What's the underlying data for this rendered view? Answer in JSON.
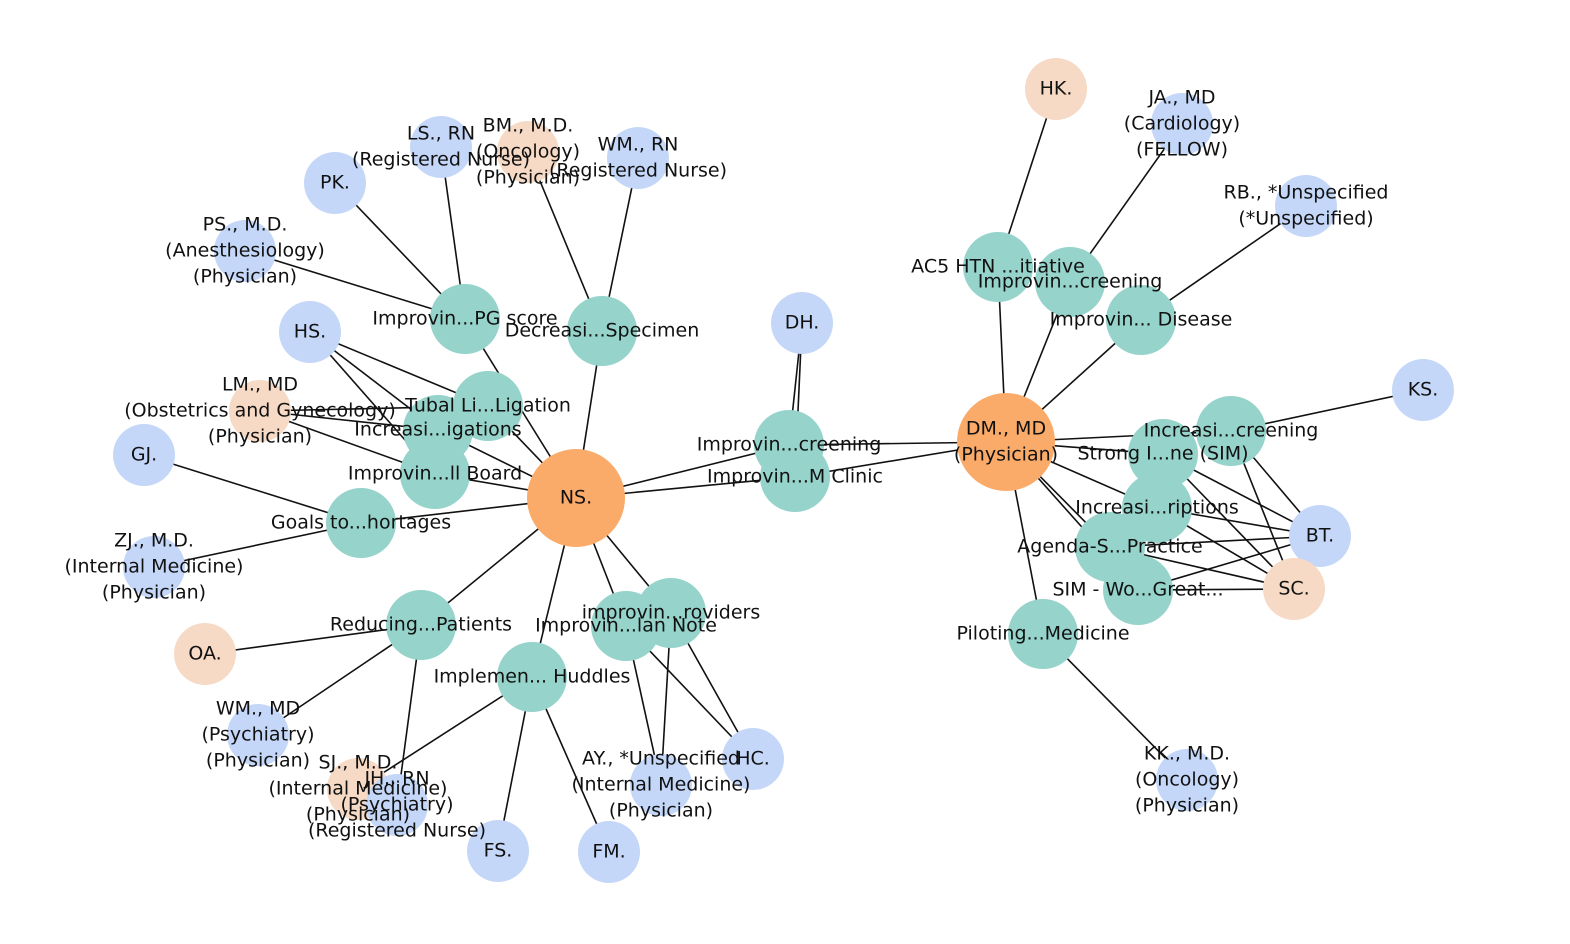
{
  "colors": {
    "project": "#95d3cb",
    "person": "#c4d7f8",
    "person_alt": "#f6dac5",
    "hub": "#fbab69",
    "edge": "#111111",
    "text": "#111111"
  },
  "nodes": [
    {
      "id": "ns",
      "kind": "hub",
      "label": [
        "NS."
      ]
    },
    {
      "id": "dm",
      "kind": "hub",
      "label": [
        "DM., MD",
        "(Physician)"
      ]
    },
    {
      "id": "p_pg",
      "kind": "project",
      "label": [
        "Improvin...PG score"
      ]
    },
    {
      "id": "p_spec",
      "kind": "project",
      "label": [
        "Decreasi...Specimen"
      ]
    },
    {
      "id": "p_tubal",
      "kind": "project",
      "label": [
        "Tubal Li...Ligation"
      ]
    },
    {
      "id": "p_inv",
      "kind": "project",
      "label": [
        "Increasi...igations"
      ]
    },
    {
      "id": "p_board",
      "kind": "project",
      "label": [
        "Improvin...ll Board"
      ]
    },
    {
      "id": "p_goals",
      "kind": "project",
      "label": [
        "Goals to...hortages"
      ]
    },
    {
      "id": "p_reduc",
      "kind": "project",
      "label": [
        "Reducing...Patients"
      ]
    },
    {
      "id": "p_plan",
      "kind": "project",
      "label": [
        "Improvin...lan Note"
      ]
    },
    {
      "id": "p_prov",
      "kind": "project",
      "label": [
        "improvin...roviders"
      ]
    },
    {
      "id": "p_hud",
      "kind": "project",
      "label": [
        "Implemen... Huddles"
      ]
    },
    {
      "id": "p_scr1",
      "kind": "project",
      "label": [
        "Improvin...creening"
      ]
    },
    {
      "id": "p_clinic",
      "kind": "project",
      "label": [
        "Improvin...M Clinic"
      ]
    },
    {
      "id": "p_ac5",
      "kind": "project",
      "label": [
        "AC5 HTN ...itiative"
      ]
    },
    {
      "id": "p_scr2",
      "kind": "project",
      "label": [
        "Improvin...creening"
      ]
    },
    {
      "id": "p_dis",
      "kind": "project",
      "label": [
        "Improvin... Disease"
      ]
    },
    {
      "id": "p_incscr",
      "kind": "project",
      "label": [
        "Increasi...creening"
      ]
    },
    {
      "id": "p_sim",
      "kind": "project",
      "label": [
        "Strong I...ne (SIM)"
      ]
    },
    {
      "id": "p_rx",
      "kind": "project",
      "label": [
        "Increasi...riptions"
      ]
    },
    {
      "id": "p_agenda",
      "kind": "project",
      "label": [
        "Agenda-S...Practice"
      ]
    },
    {
      "id": "p_simwo",
      "kind": "project",
      "label": [
        "SIM - Wo...Great..."
      ]
    },
    {
      "id": "p_pilot",
      "kind": "project",
      "label": [
        "Piloting...Medicine"
      ]
    },
    {
      "id": "ls",
      "kind": "person",
      "label": [
        "LS., RN",
        "(Registered Nurse)"
      ]
    },
    {
      "id": "bm",
      "kind": "person_alt",
      "label": [
        "BM., M.D.",
        "(Oncology)",
        "(Physician)"
      ]
    },
    {
      "id": "wm_rn",
      "kind": "person",
      "label": [
        "WM., RN",
        "(Registered Nurse)"
      ]
    },
    {
      "id": "pk",
      "kind": "person",
      "label": [
        "PK."
      ]
    },
    {
      "id": "ps",
      "kind": "person",
      "label": [
        "PS., M.D.",
        "(Anesthesiology)",
        "(Physician)"
      ]
    },
    {
      "id": "hs",
      "kind": "person",
      "label": [
        "HS."
      ]
    },
    {
      "id": "lm",
      "kind": "person_alt",
      "label": [
        "LM., MD",
        "(Obstetrics and Gynecology)",
        "(Physician)"
      ]
    },
    {
      "id": "gj",
      "kind": "person",
      "label": [
        "GJ."
      ]
    },
    {
      "id": "zj",
      "kind": "person",
      "label": [
        "ZJ., M.D.",
        "(Internal Medicine)",
        "(Physician)"
      ]
    },
    {
      "id": "oa",
      "kind": "person_alt",
      "label": [
        "OA."
      ]
    },
    {
      "id": "wm_md",
      "kind": "person",
      "label": [
        "WM., MD",
        "(Psychiatry)",
        "(Physician)"
      ]
    },
    {
      "id": "sj",
      "kind": "person_alt",
      "label": [
        "SJ., M.D.",
        "(Internal Medicine)",
        "(Physician)"
      ]
    },
    {
      "id": "jh",
      "kind": "person",
      "label": [
        "JH., RN",
        "(Psychiatry)",
        "(Registered Nurse)"
      ]
    },
    {
      "id": "fs",
      "kind": "person",
      "label": [
        "FS."
      ]
    },
    {
      "id": "fm",
      "kind": "person",
      "label": [
        "FM."
      ]
    },
    {
      "id": "ay",
      "kind": "person",
      "label": [
        "AY., *Unspecified",
        "(Internal Medicine)",
        "(Physician)"
      ]
    },
    {
      "id": "hc",
      "kind": "person",
      "label": [
        "HC."
      ]
    },
    {
      "id": "dh",
      "kind": "person",
      "label": [
        "DH."
      ]
    },
    {
      "id": "hk",
      "kind": "person_alt",
      "label": [
        "HK."
      ]
    },
    {
      "id": "ja",
      "kind": "person",
      "label": [
        "JA., MD",
        "(Cardiology)",
        "(FELLOW)"
      ]
    },
    {
      "id": "rb",
      "kind": "person",
      "label": [
        "RB., *Unspecified",
        "(*Unspecified)"
      ]
    },
    {
      "id": "ks",
      "kind": "person",
      "label": [
        "KS."
      ]
    },
    {
      "id": "bt",
      "kind": "person",
      "label": [
        "BT."
      ]
    },
    {
      "id": "sc",
      "kind": "person_alt",
      "label": [
        "SC."
      ]
    },
    {
      "id": "kk",
      "kind": "person",
      "label": [
        "KK., M.D.",
        "(Oncology)",
        "(Physician)"
      ]
    }
  ],
  "edges": [
    [
      "ns",
      "p_pg"
    ],
    [
      "ns",
      "p_spec"
    ],
    [
      "ns",
      "p_tubal"
    ],
    [
      "ns",
      "p_inv"
    ],
    [
      "ns",
      "p_board"
    ],
    [
      "ns",
      "p_goals"
    ],
    [
      "ns",
      "p_reduc"
    ],
    [
      "ns",
      "p_plan"
    ],
    [
      "ns",
      "p_prov"
    ],
    [
      "ns",
      "p_hud"
    ],
    [
      "ns",
      "p_scr1"
    ],
    [
      "ns",
      "p_clinic"
    ],
    [
      "dm",
      "p_scr1"
    ],
    [
      "dm",
      "p_clinic"
    ],
    [
      "dm",
      "p_ac5"
    ],
    [
      "dm",
      "p_scr2"
    ],
    [
      "dm",
      "p_dis"
    ],
    [
      "dm",
      "p_incscr"
    ],
    [
      "dm",
      "p_sim"
    ],
    [
      "dm",
      "p_rx"
    ],
    [
      "dm",
      "p_agenda"
    ],
    [
      "dm",
      "p_simwo"
    ],
    [
      "dm",
      "p_pilot"
    ],
    [
      "ls",
      "p_pg"
    ],
    [
      "pk",
      "p_pg"
    ],
    [
      "ps",
      "p_pg"
    ],
    [
      "bm",
      "p_spec"
    ],
    [
      "wm_rn",
      "p_spec"
    ],
    [
      "hs",
      "p_tubal"
    ],
    [
      "hs",
      "p_inv"
    ],
    [
      "hs",
      "p_board"
    ],
    [
      "lm",
      "p_tubal"
    ],
    [
      "lm",
      "p_inv"
    ],
    [
      "lm",
      "p_board"
    ],
    [
      "gj",
      "p_goals"
    ],
    [
      "zj",
      "p_goals"
    ],
    [
      "oa",
      "p_reduc"
    ],
    [
      "wm_md",
      "p_reduc"
    ],
    [
      "jh",
      "p_reduc"
    ],
    [
      "sj",
      "p_hud"
    ],
    [
      "fs",
      "p_hud"
    ],
    [
      "fm",
      "p_hud"
    ],
    [
      "ay",
      "p_plan"
    ],
    [
      "ay",
      "p_prov"
    ],
    [
      "hc",
      "p_plan"
    ],
    [
      "hc",
      "p_prov"
    ],
    [
      "dh",
      "p_scr1"
    ],
    [
      "dh",
      "p_clinic"
    ],
    [
      "hk",
      "p_ac5"
    ],
    [
      "ja",
      "p_scr2"
    ],
    [
      "rb",
      "p_dis"
    ],
    [
      "ks",
      "p_incscr"
    ],
    [
      "bt",
      "p_incscr"
    ],
    [
      "bt",
      "p_sim"
    ],
    [
      "bt",
      "p_rx"
    ],
    [
      "bt",
      "p_agenda"
    ],
    [
      "bt",
      "p_simwo"
    ],
    [
      "sc",
      "p_incscr"
    ],
    [
      "sc",
      "p_sim"
    ],
    [
      "sc",
      "p_rx"
    ],
    [
      "sc",
      "p_agenda"
    ],
    [
      "sc",
      "p_simwo"
    ],
    [
      "kk",
      "p_pilot"
    ]
  ]
}
